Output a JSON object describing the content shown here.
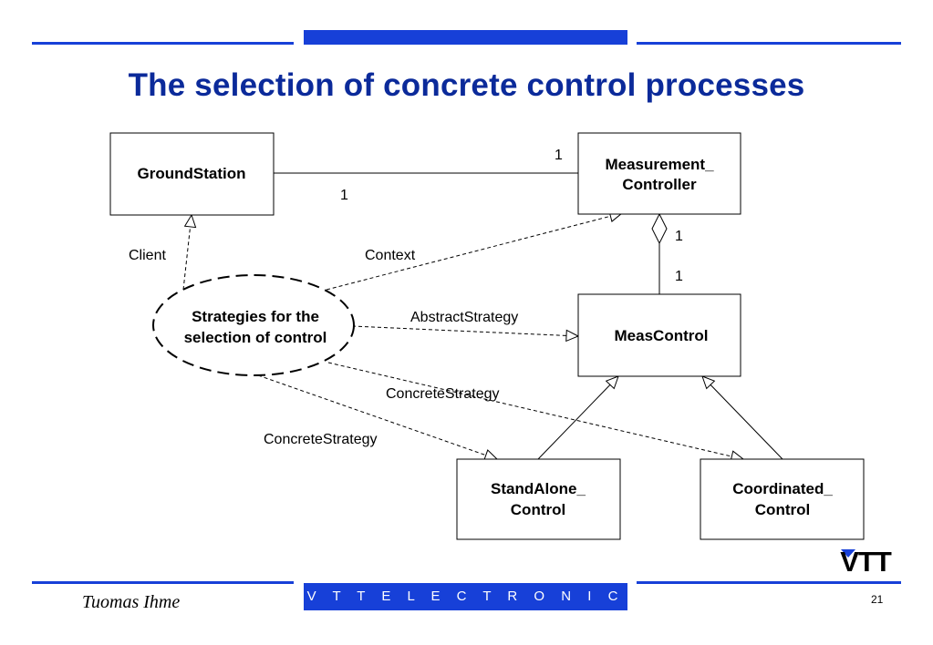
{
  "title": "The selection of concrete control processes",
  "footer": {
    "band_text": "V T T   E L E C T R O N I C S",
    "author": "Tuomas Ihme",
    "page": "21",
    "logo": "VTT"
  },
  "diagram": {
    "boxes": {
      "groundstation": [
        "GroundStation"
      ],
      "measurement_controller": [
        "Measurement_",
        "Controller"
      ],
      "meascontrol": [
        "MeasControl"
      ],
      "standalone_control": [
        "StandAlone_",
        "Control"
      ],
      "coordinated_control": [
        "Coordinated_",
        "Control"
      ]
    },
    "ellipse": [
      "Strategies for the",
      "selection of control"
    ],
    "labels": {
      "client": "Client",
      "context": "Context",
      "abstract_strategy": "AbstractStrategy",
      "concrete_strategy_1": "ConcreteStrategy",
      "concrete_strategy_2": "ConcreteStrategy",
      "mult_gs": "1",
      "mult_mc_top": "1",
      "mult_mc_bottom": "1",
      "mult_meas": "1"
    }
  },
  "colors": {
    "accent_blue": "#1740d8",
    "title_blue": "#0b2a9a"
  }
}
